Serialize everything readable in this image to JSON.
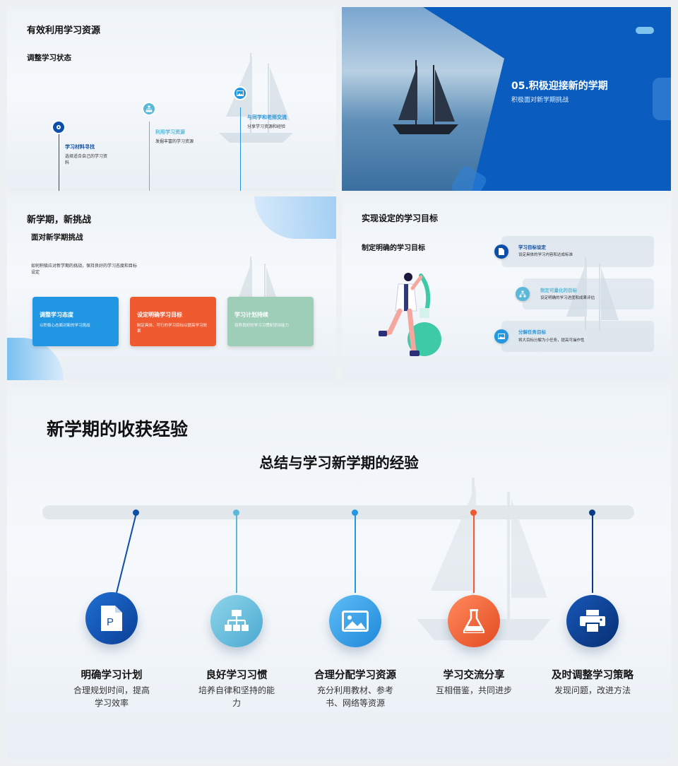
{
  "slide1": {
    "title": "有效利用学习资源",
    "subtitle": "调整学习状态",
    "steps": [
      {
        "title": "学习材料寻找",
        "desc": "选择适合自己的学习资料",
        "icon": "location-pin-icon",
        "color": "#0d4fa8"
      },
      {
        "title": "利用学习资源",
        "desc": "发掘丰富的学习资源",
        "icon": "hierarchy-icon",
        "color": "#5ab8d8"
      },
      {
        "title": "与同学和老师交流",
        "desc": "分享学习资源和经验",
        "icon": "image-icon",
        "color": "#2597df"
      }
    ]
  },
  "slide2": {
    "title": "05.积极迎接新的学期",
    "subtitle": "积极面对新学期挑战"
  },
  "slide3": {
    "title": "新学期，新挑战",
    "subtitle": "面对新学期挑战",
    "intro": "如何积极应对新学期的挑战，保持良好的学习态度和目标设定",
    "cards": [
      {
        "title": "调整学习态度",
        "desc": "以积极心态面对新的学习挑战",
        "color": "#2196e3"
      },
      {
        "title": "设定明确学习目标",
        "desc": "制定具体、可行的学习目标以提高学习效果",
        "color": "#ef5a31"
      },
      {
        "title": "学习计划持续",
        "desc": "培养良好的学习习惯和坚持能力",
        "color": "#9ecdb8"
      }
    ]
  },
  "slide4": {
    "title": "实现设定的学习目标",
    "subtitle": "制定明确的学习目标",
    "goals": [
      {
        "title": "学习目标设定",
        "desc": "设定具体的学习内容和达成标准",
        "icon": "document-icon",
        "color": "#0d4fa8"
      },
      {
        "title": "制定可量化的目标",
        "desc": "设定明确的学习进度和成果评估",
        "icon": "hierarchy-icon",
        "color": "#5ab8d8"
      },
      {
        "title": "分解任务目标",
        "desc": "将大目标分解为小任务，提高可操作性",
        "icon": "image-icon",
        "color": "#2597df"
      }
    ]
  },
  "slide5": {
    "title": "新学期的收获经验",
    "subtitle": "总结与学习新学期的经验",
    "items": [
      {
        "title": "明确学习计划",
        "desc": "合理规划时间，提高学习效率",
        "icon": "ppt-file-icon",
        "color": "#0d4fa8"
      },
      {
        "title": "良好学习习惯",
        "desc": "培养自律和坚持的能力",
        "icon": "hierarchy-icon",
        "color": "#5ab8d8"
      },
      {
        "title": "合理分配学习资源",
        "desc": "充分利用教材、参考书、网络等资源",
        "icon": "image-icon",
        "color": "#2597df"
      },
      {
        "title": "学习交流分享",
        "desc": "互相借鉴，共同进步",
        "icon": "flask-icon",
        "color": "#ef5a31"
      },
      {
        "title": "及时调整学习策略",
        "desc": "发现问题，改进方法",
        "icon": "printer-icon",
        "color": "#0b3b86"
      }
    ]
  }
}
